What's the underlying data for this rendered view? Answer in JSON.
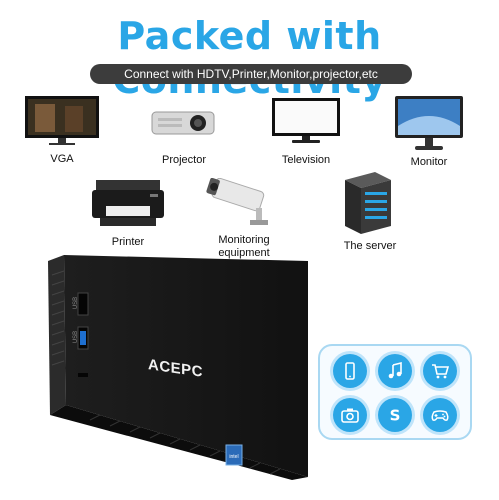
{
  "headline": "Packed with Connectivity",
  "subtitle": "Connect with HDTV,Printer,Monitor,projector,etc",
  "devices": {
    "vga": "VGA",
    "projector": "Projector",
    "television": "Television",
    "monitor": "Monitor",
    "printer": "Printer",
    "monitoring_line1": "Monitoring",
    "monitoring_line2": "equipment",
    "server": "The server"
  },
  "device_brand": "ACEPC",
  "port_labels": {
    "usb2": "USB",
    "usb3": "USB"
  },
  "app_icons": [
    "phone-icon",
    "music-note-icon",
    "shopping-cart-icon",
    "camera-icon",
    "skype-icon",
    "gamepad-icon"
  ],
  "colors": {
    "accent": "#2aa6e6",
    "bar": "#3c3c3c"
  }
}
